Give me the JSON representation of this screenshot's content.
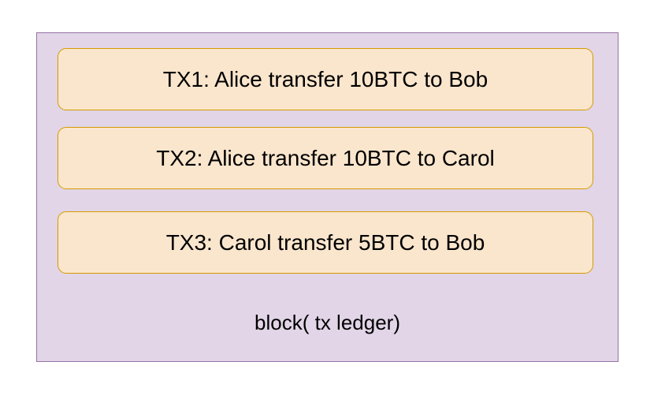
{
  "diagram": {
    "block": {
      "label": "block( tx ledger)",
      "fill": "#e1d5e7",
      "stroke": "#9673a6"
    },
    "transactions": [
      {
        "label": "TX1: Alice transfer 10BTC to Bob"
      },
      {
        "label": "TX2: Alice transfer 10BTC to Carol"
      },
      {
        "label": "TX3: Carol transfer 5BTC to Bob"
      }
    ],
    "tx_fill": "#fae6cd",
    "tx_stroke": "#d79b00"
  }
}
